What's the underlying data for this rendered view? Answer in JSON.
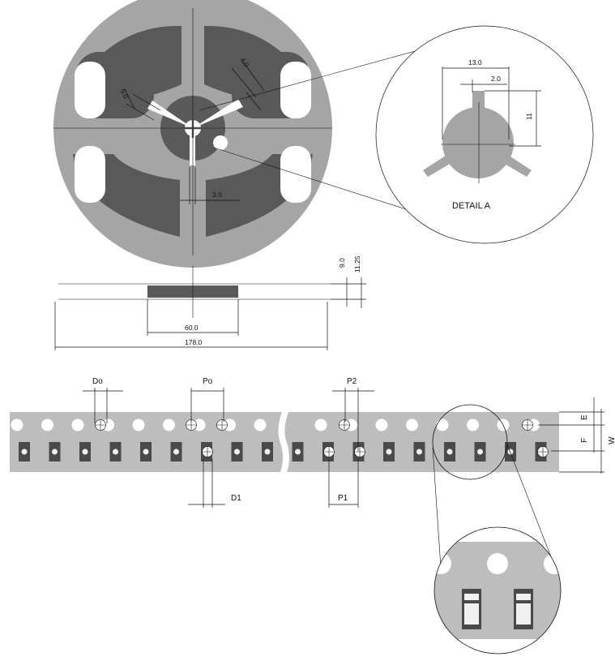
{
  "reel": {
    "dim_slot_width": "5.0",
    "dim_slot_length": "4.0",
    "dim_slot_gap": "3.0"
  },
  "detail": {
    "label": "DETAIL A",
    "dim_width": "13.0",
    "dim_key": "2.0",
    "dim_height": "11"
  },
  "side": {
    "dim_hub": "60.0",
    "dim_diameter": "178.0",
    "dim_inner_width": "9.0",
    "dim_outer_width": "11.25"
  },
  "tape": {
    "label_do": "Do",
    "label_po": "Po",
    "label_p2": "P2",
    "label_d1": "D1",
    "label_p1": "P1",
    "label_e": "E",
    "label_f": "F",
    "label_w": "W"
  },
  "colors": {
    "reel_light": "#a5a5a5",
    "reel_dark": "#595959",
    "tape": "#bdbdbd",
    "pocket": "#4a4a4a",
    "pocket_inner": "#f0f0f0",
    "line": "#111111"
  }
}
